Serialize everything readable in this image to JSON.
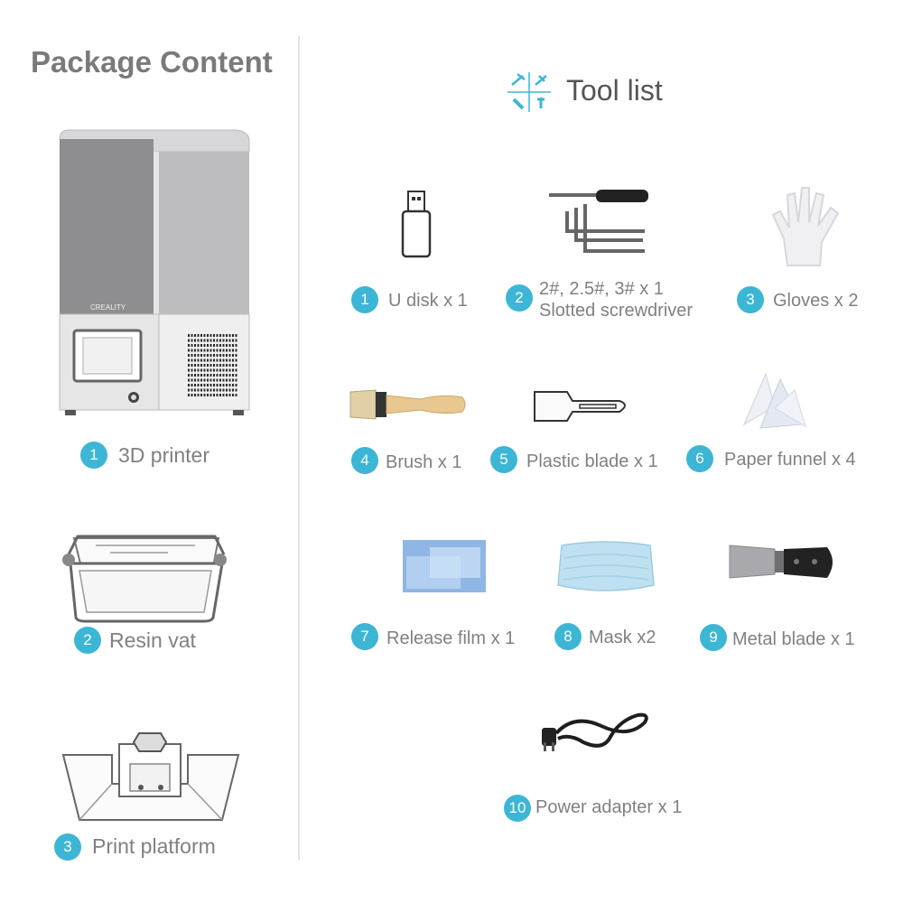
{
  "page": {
    "heading": "Package Content",
    "tool_list_title": "Tool list",
    "tool_list_icon": "tools-icon",
    "accent_color": "#3cb6d4"
  },
  "package_items": [
    {
      "number": "1",
      "label": "3D printer",
      "icon": "3d-printer-icon"
    },
    {
      "number": "2",
      "label": "Resin vat",
      "icon": "resin-vat-icon"
    },
    {
      "number": "3",
      "label": "Print platform",
      "icon": "print-platform-icon"
    }
  ],
  "tools": [
    {
      "number": "1",
      "label": "U disk  x 1",
      "icon": "usb-drive-icon"
    },
    {
      "number": "2",
      "label_line1": "2#, 2.5#, 3#  x 1",
      "label_line2": "Slotted screwdriver",
      "icon": "screwdriver-allen-keys-icon"
    },
    {
      "number": "3",
      "label": "Gloves  x 2",
      "icon": "gloves-icon"
    },
    {
      "number": "4",
      "label": "Brush  x 1",
      "icon": "brush-icon"
    },
    {
      "number": "5",
      "label": "Plastic blade  x 1",
      "icon": "plastic-blade-icon"
    },
    {
      "number": "6",
      "label": "Paper funnel  x 4",
      "icon": "paper-funnel-icon"
    },
    {
      "number": "7",
      "label": "Release film  x 1",
      "icon": "release-film-icon"
    },
    {
      "number": "8",
      "label": "Mask x2",
      "icon": "mask-icon"
    },
    {
      "number": "9",
      "label": "Metal blade  x 1",
      "icon": "metal-blade-icon"
    },
    {
      "number": "10",
      "label": "Power adapter  x 1",
      "icon": "power-adapter-icon"
    }
  ]
}
